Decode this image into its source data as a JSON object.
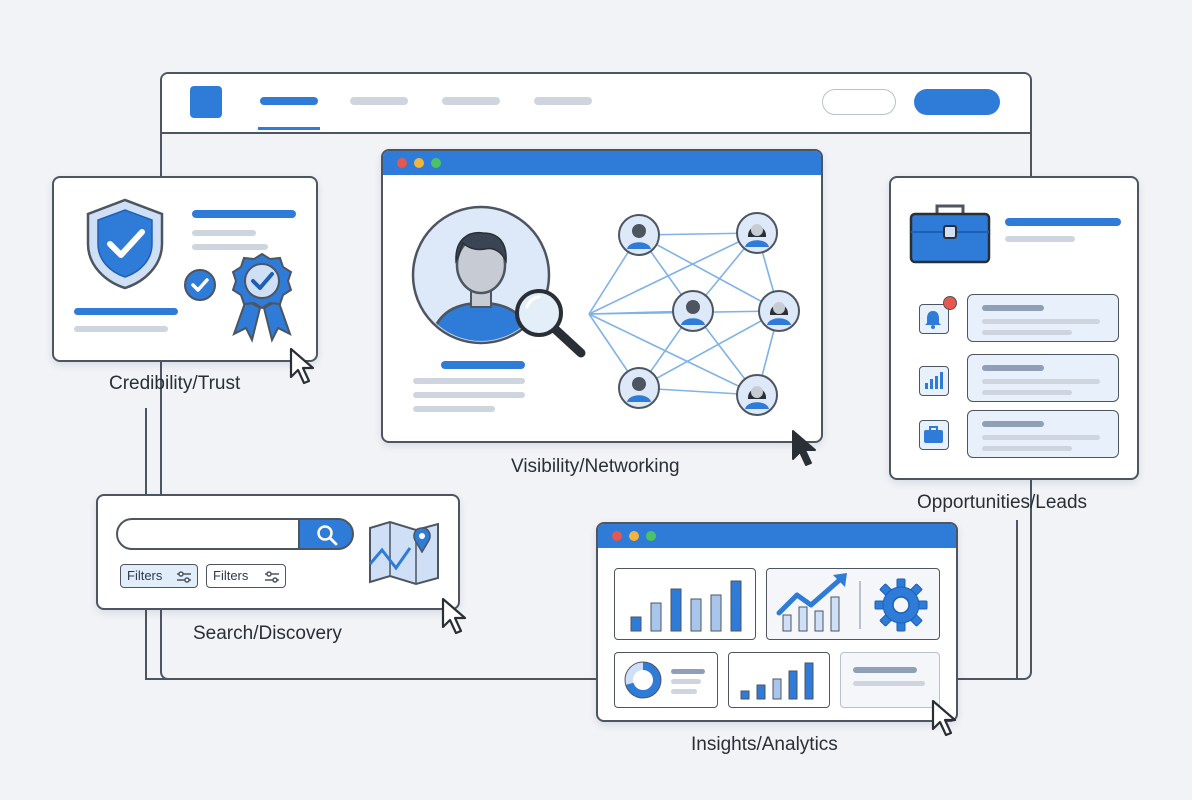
{
  "colors": {
    "accent": "#2f7bd8",
    "accent_dark": "#1d5fb5",
    "connector": "#5cc8f5",
    "outline": "#4d5561",
    "panel_tint": "#e8f0fb",
    "dot_red": "#e8574f",
    "dot_yellow": "#f2b43c",
    "dot_green": "#4cc463"
  },
  "labels": {
    "credibility": "Credibility/Trust",
    "visibility": "Visibility/Networking",
    "opportunities": "Opportunities/Leads",
    "search": "Search/Discovery",
    "insights": "Insights/Analytics"
  },
  "search_panel": {
    "filters": [
      "Filters",
      "Filters"
    ]
  },
  "icons": {
    "shield": "shield-check-icon",
    "badge": "award-ribbon-icon",
    "check": "check-circle-icon",
    "profile": "user-avatar-icon",
    "magnifier": "magnifier-icon",
    "briefcase": "briefcase-icon",
    "bell": "bell-icon",
    "chart": "bar-chart-icon",
    "search": "search-icon",
    "map": "map-pin-icon",
    "gear": "gear-icon",
    "trend": "trend-arrow-icon",
    "donut": "donut-chart-icon",
    "cursor": "cursor-arrow-icon"
  }
}
